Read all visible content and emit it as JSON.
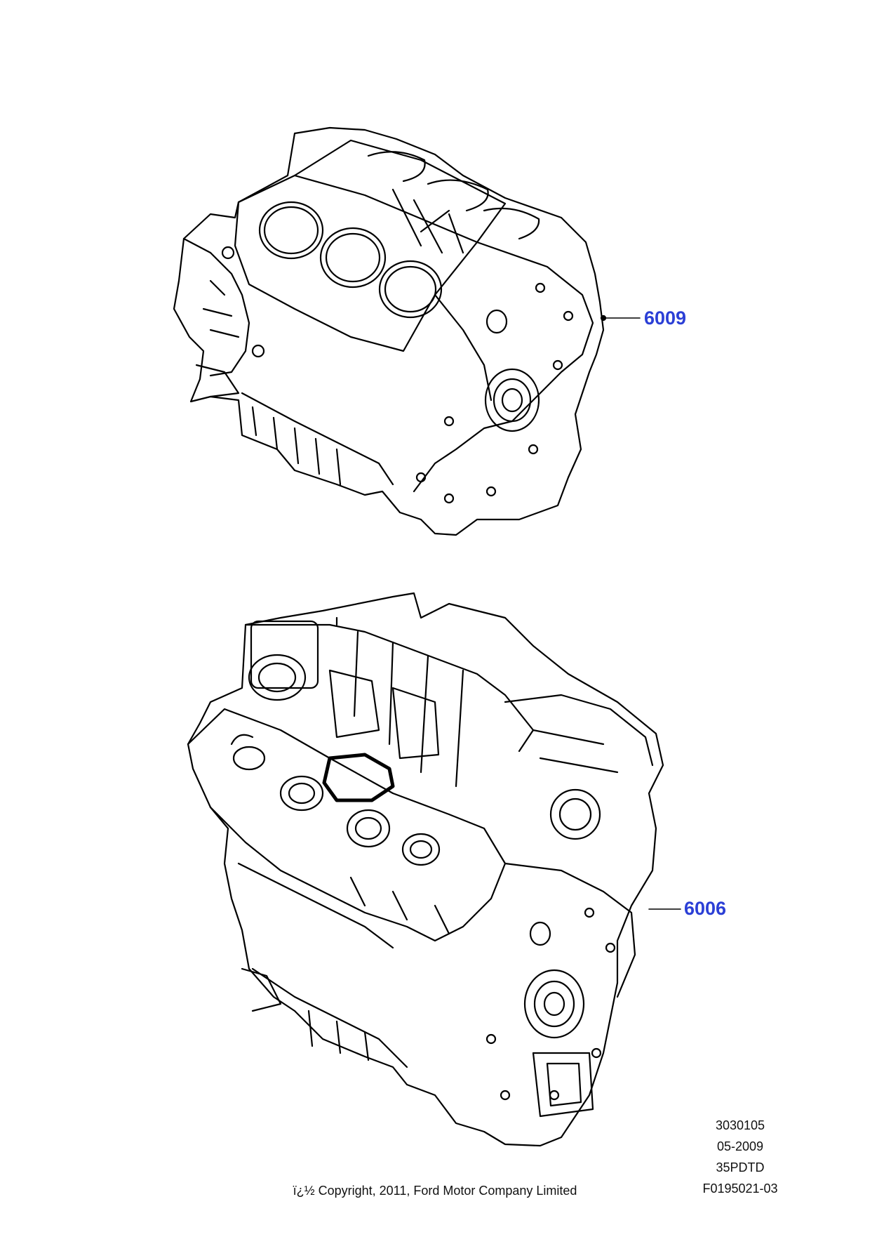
{
  "callouts": [
    {
      "label": "6009",
      "color": "#2b3fd6"
    },
    {
      "label": "6006",
      "color": "#2b3fd6"
    }
  ],
  "reference": {
    "line1": "3030105",
    "line2": "05-2009",
    "line3": "35PDTD",
    "line4": "F0195021-03"
  },
  "copyright": "ï¿½ Copyright, 2011, Ford Motor Company Limited",
  "drawings": [
    {
      "icon": "engine-short-block-icon"
    },
    {
      "icon": "engine-long-block-icon"
    }
  ]
}
